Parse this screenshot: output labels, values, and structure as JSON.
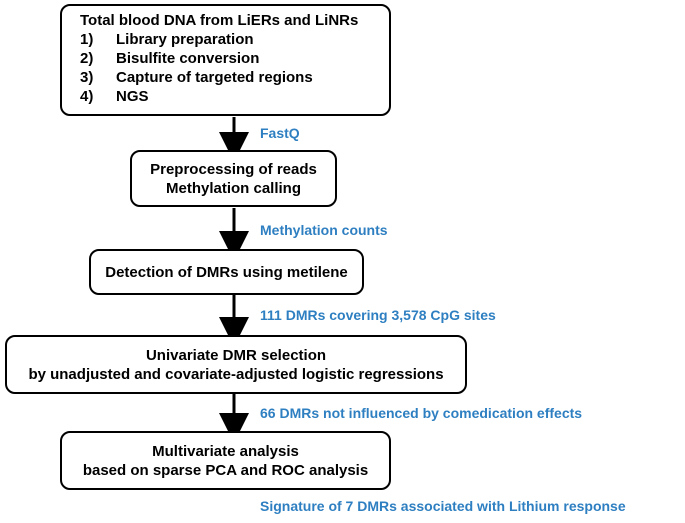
{
  "box1": {
    "title": "Total blood DNA from LiERs and LiNRs",
    "steps": [
      {
        "num": "1)",
        "text": "Library preparation"
      },
      {
        "num": "2)",
        "text": "Bisulfite conversion"
      },
      {
        "num": "3)",
        "text": "Capture of targeted regions"
      },
      {
        "num": "4)",
        "text": "NGS"
      }
    ]
  },
  "label1": "FastQ",
  "box2": {
    "line1": "Preprocessing of reads",
    "line2": "Methylation calling"
  },
  "label2": "Methylation counts",
  "box3": {
    "line1": "Detection of DMRs using metilene"
  },
  "label3": "111 DMRs covering 3,578 CpG sites",
  "box4": {
    "line1": "Univariate DMR selection",
    "line2": "by unadjusted and covariate-adjusted logistic regressions"
  },
  "label4": "66 DMRs not influenced by comedication effects",
  "box5": {
    "line1": "Multivariate analysis",
    "line2": "based on sparse PCA and ROC analysis"
  },
  "label5": "Signature of 7 DMRs associated with Lithium response",
  "colors": {
    "label": "#2e7fc1",
    "border": "#000000"
  }
}
